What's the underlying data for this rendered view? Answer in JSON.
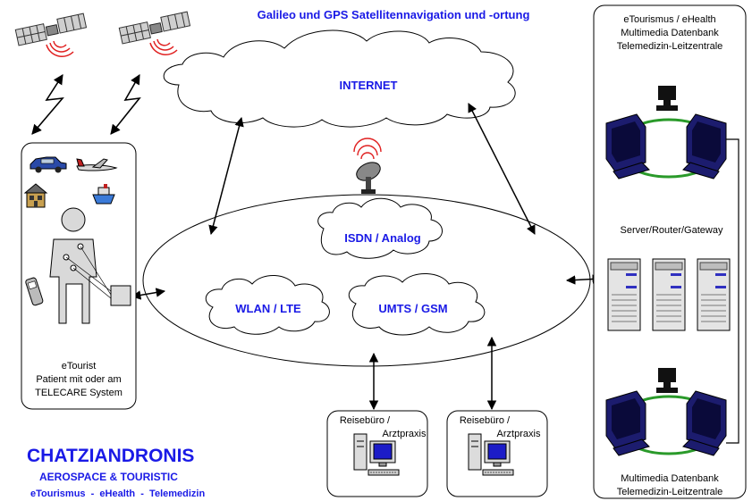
{
  "header": {
    "title": "Galileo und GPS Satellitennavigation und -ortung"
  },
  "internet": {
    "label": "INTERNET"
  },
  "networks": {
    "isdn": "ISDN / Analog",
    "wlan": "WLAN / LTE",
    "umts": "UMTS / GSM"
  },
  "etourist": {
    "title": "eTourist",
    "line2": "Patient mit oder am",
    "line3": "TELECARE System"
  },
  "right_panel": {
    "top_line1": "eTourismus / eHealth",
    "top_line2": "Multimedia Datenbank",
    "top_line3": "Telemedizin-Leitzentrale",
    "server_label": "Server/Router/Gateway",
    "bottom_line1": "Multimedia Datenbank",
    "bottom_line2": "Telemedizin-Leitzentrale"
  },
  "offices": [
    {
      "line1": "Reisebüro /",
      "line2": "Arztpraxis"
    },
    {
      "line1": "Reisebüro /",
      "line2": "Arztpraxis"
    }
  ],
  "brand": {
    "name": "CHATZIANDRONIS",
    "sub": "AEROSPACE & TOURISTIC",
    "tagline": "eTourismus  -  eHealth  -  Telemedizin"
  },
  "colors": {
    "label_blue": "#1a1ae6",
    "signal_red": "#e02020",
    "ring_green": "#2a9a2a",
    "monitor_navy": "#1c1c6e"
  }
}
